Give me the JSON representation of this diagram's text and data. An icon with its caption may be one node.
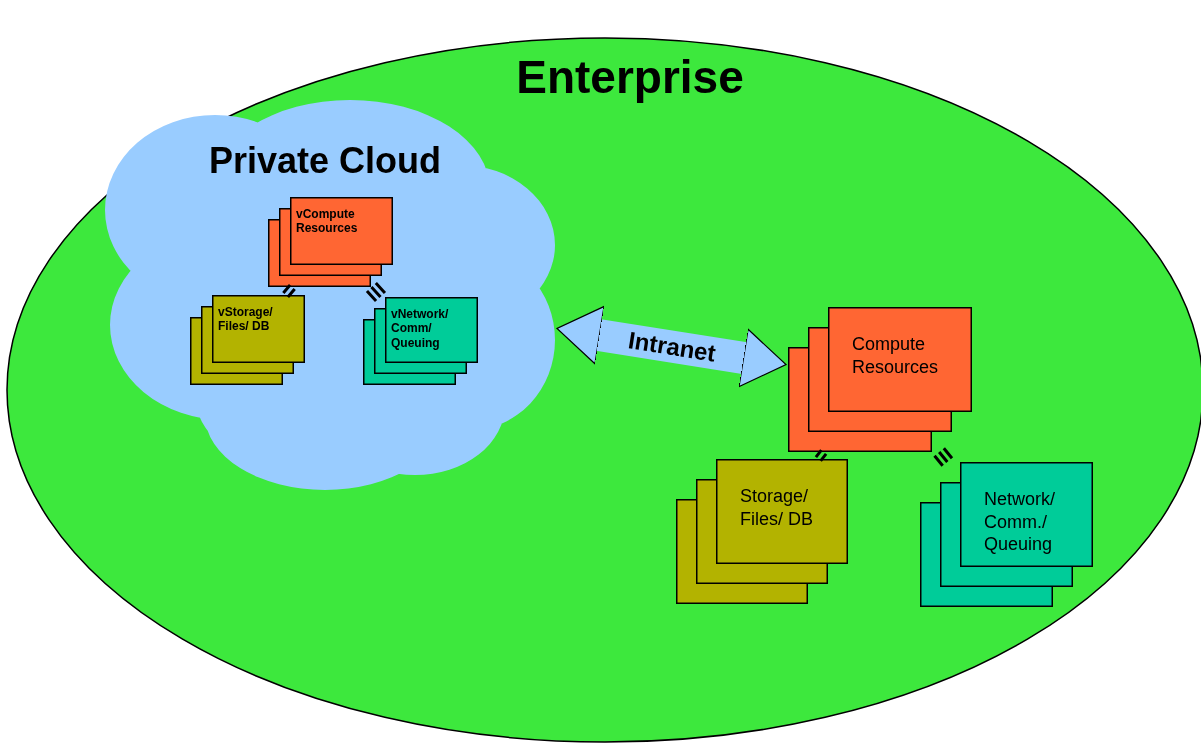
{
  "diagram": {
    "nodes": [
      {
        "text": [
          "Enterprise"
        ]
      },
      {
        "text": [
          "Private Cloud"
        ],
        "in": 0
      },
      {
        "text": [
          "vCompute Resources"
        ],
        "in": 1
      },
      {
        "text": [
          "vStorage/ Files/ DB"
        ],
        "in": 1
      },
      {
        "text": [
          "vNetwork/ Comm/ Queuing"
        ],
        "in": 1
      },
      {
        "text": [
          "Compute Resources"
        ],
        "in": 0
      },
      {
        "text": [
          "Storage/ Files/ DB"
        ],
        "in": 0
      },
      {
        "text": [
          "Network/ Comm./ Queuing"
        ],
        "in": 0
      }
    ],
    "edges": [
      {
        "from": 2,
        "to": 3,
        "arrow": "none"
      },
      {
        "from": 2,
        "to": 4,
        "arrow": "none"
      },
      {
        "from": 1,
        "to": 5,
        "arrow": "both",
        "label": "Intranet",
        "style": "thick",
        "color": "#99ccff"
      },
      {
        "from": 5,
        "to": 6,
        "arrow": "none"
      },
      {
        "from": 5,
        "to": 7,
        "arrow": "none"
      }
    ]
  }
}
